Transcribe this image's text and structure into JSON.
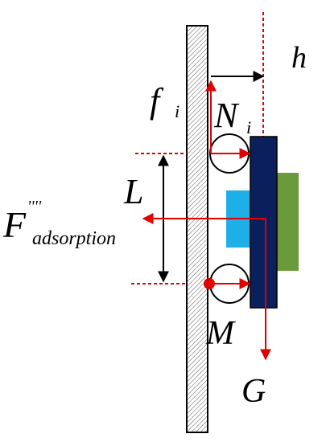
{
  "labels": {
    "h": "h",
    "f": "f",
    "f_sub": "i",
    "N": "N",
    "N_sub": "i",
    "L": "L",
    "F": "F",
    "F_sup": "''''",
    "F_sub": "adsorption",
    "M": "M",
    "G": "G"
  },
  "colors": {
    "wall_stroke": "#000000",
    "wall_hatch": "#555555",
    "force_arrow": "#e00000",
    "guide_line": "#e00000",
    "dimension_arrow": "#000000",
    "robot_body": "#0b1f5c",
    "magnet_block": "#1eaee8",
    "side_plate": "#6a9a3c",
    "wheel_stroke": "#000000",
    "pivot_point": "#e00000"
  }
}
